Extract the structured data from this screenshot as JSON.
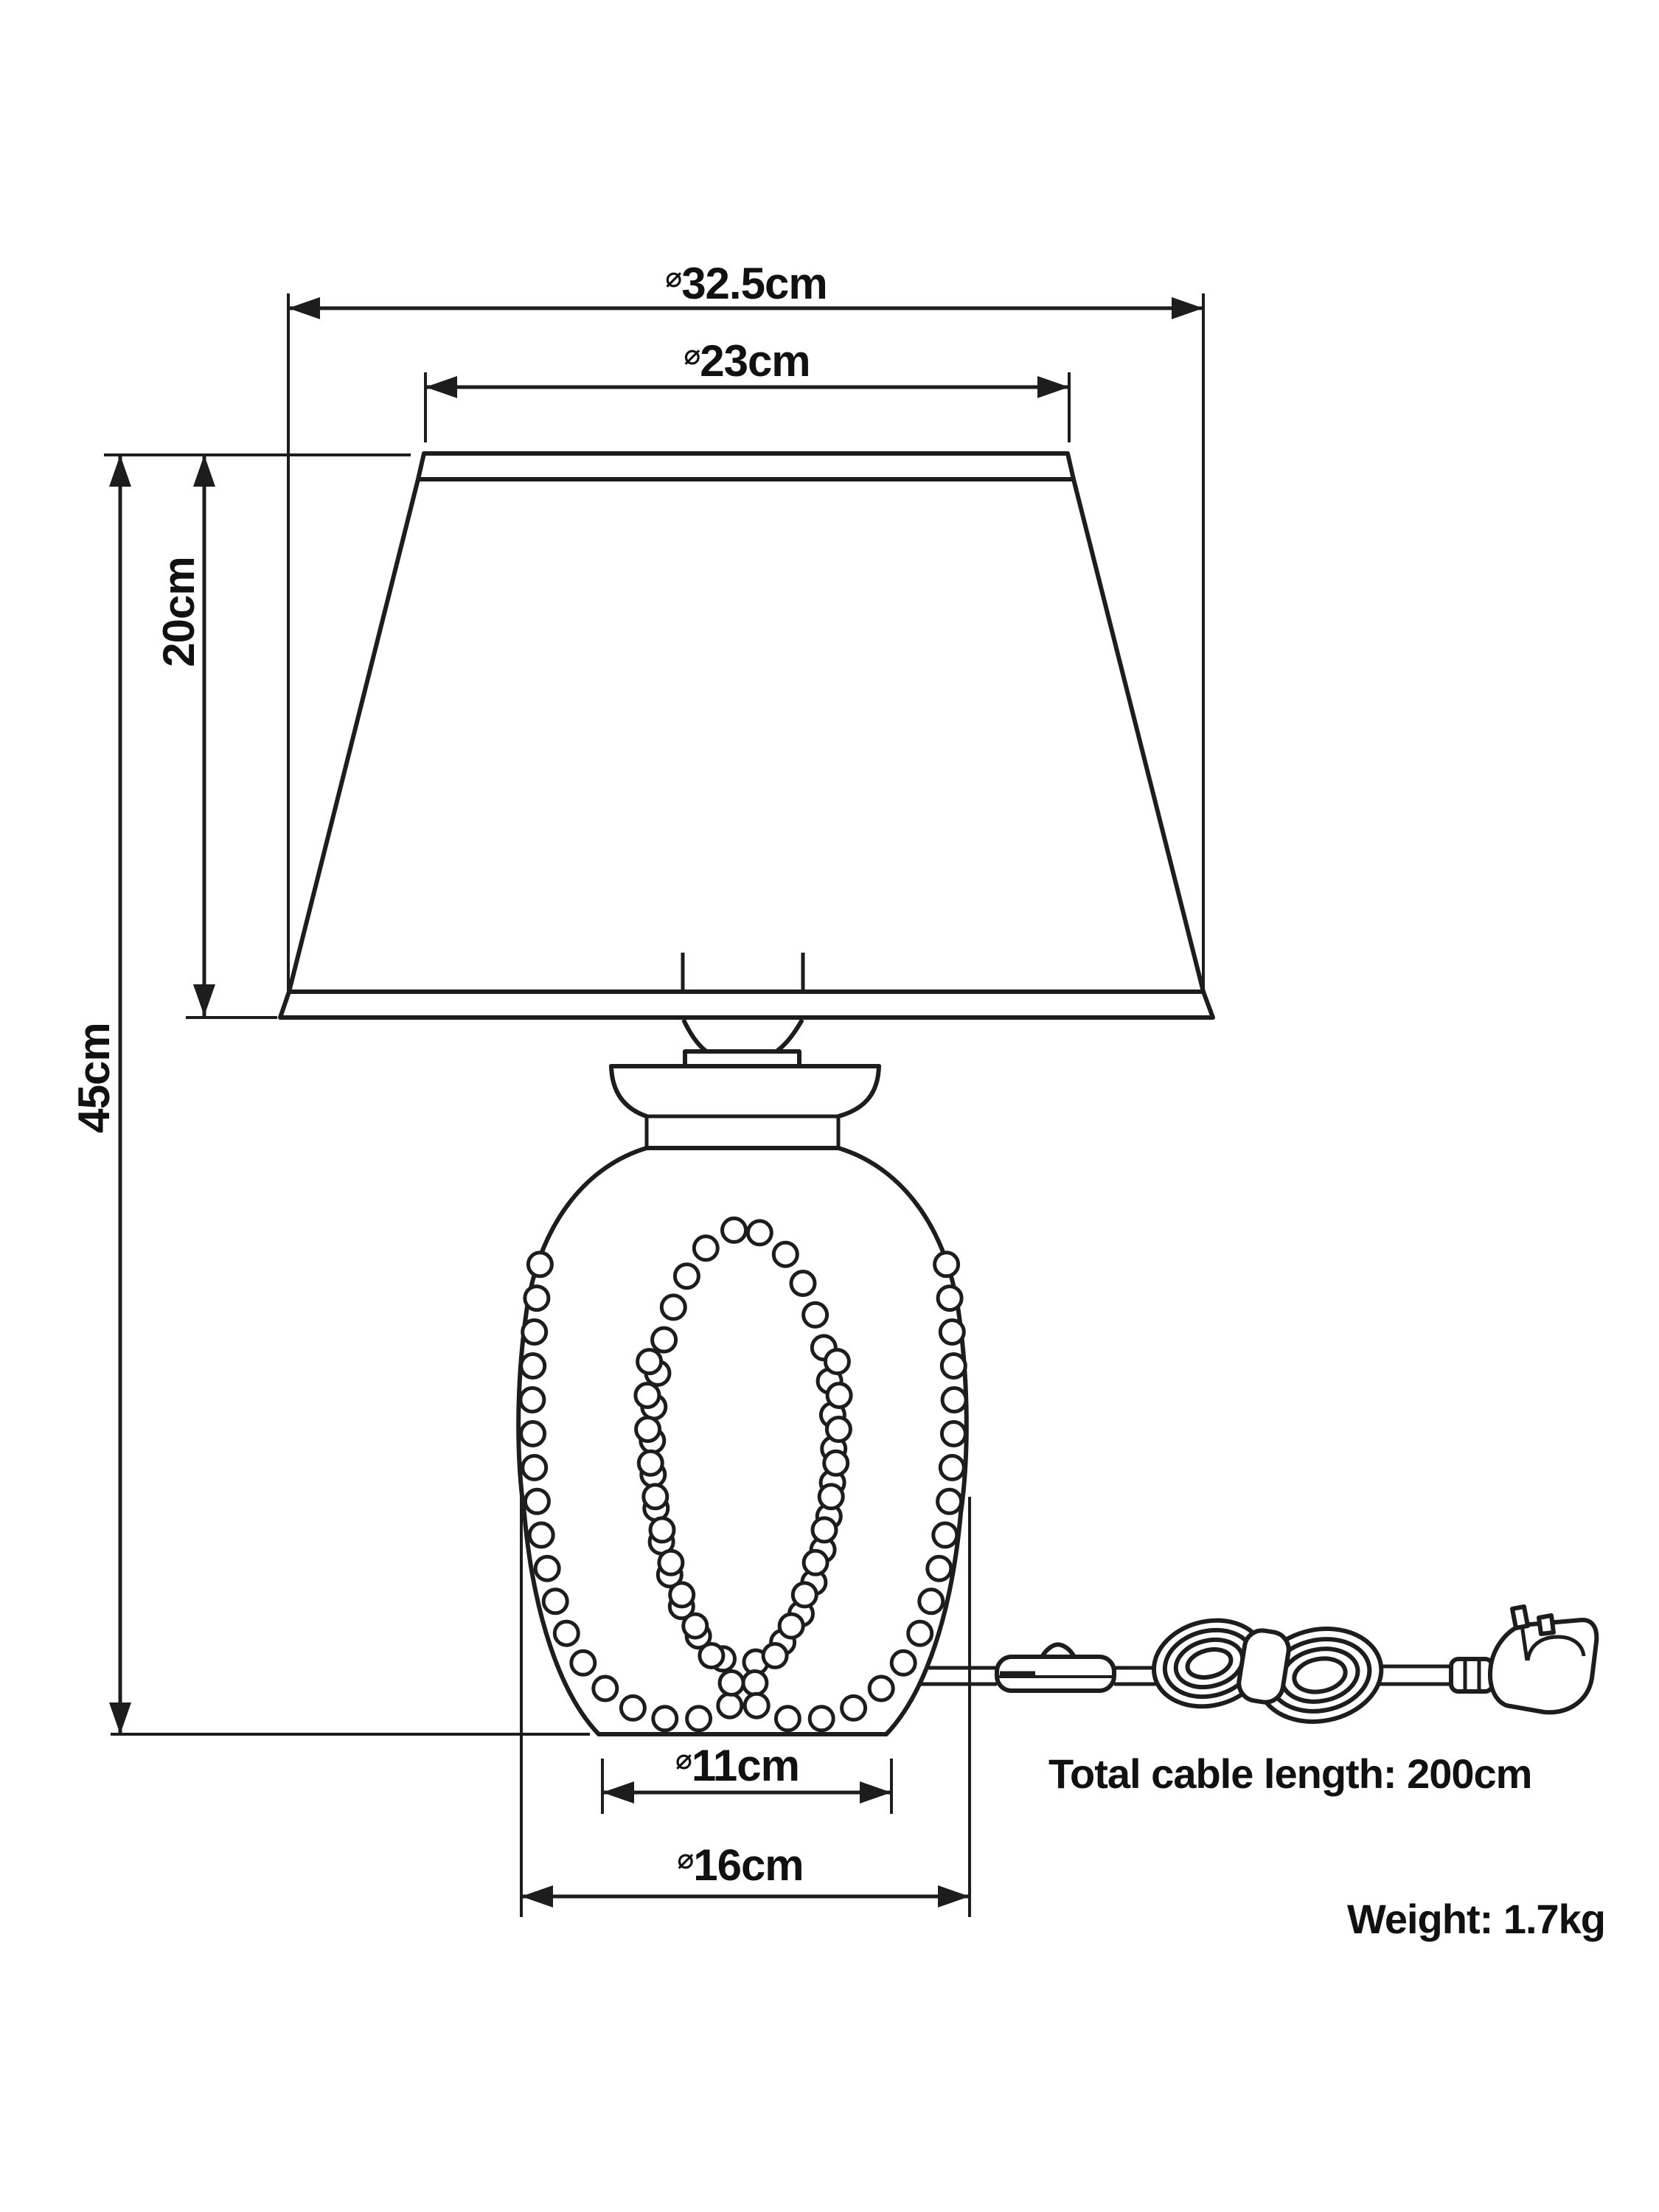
{
  "page": {
    "background": "#ffffff",
    "line_color": "#1d1d1d",
    "text_color": "#111111"
  },
  "diagram": {
    "type": "product-dimension-diagram",
    "subject": "Table lamp with tapered shade, beaded urn base, inline switch cable, coiled cord and UK plug"
  },
  "dimensions": {
    "shade_bottom_diameter": {
      "symbol": "⌀",
      "value": "32.5cm"
    },
    "shade_top_diameter": {
      "symbol": "⌀",
      "value": "23cm"
    },
    "shade_height": {
      "value": "20cm"
    },
    "total_height": {
      "value": "45cm"
    },
    "base_bottom_diameter": {
      "symbol": "⌀",
      "value": "11cm"
    },
    "base_widest_diameter": {
      "symbol": "⌀",
      "value": "16cm"
    }
  },
  "notes": {
    "cable_length": "Total cable length: 200cm",
    "weight": "Weight: 1.7kg"
  }
}
